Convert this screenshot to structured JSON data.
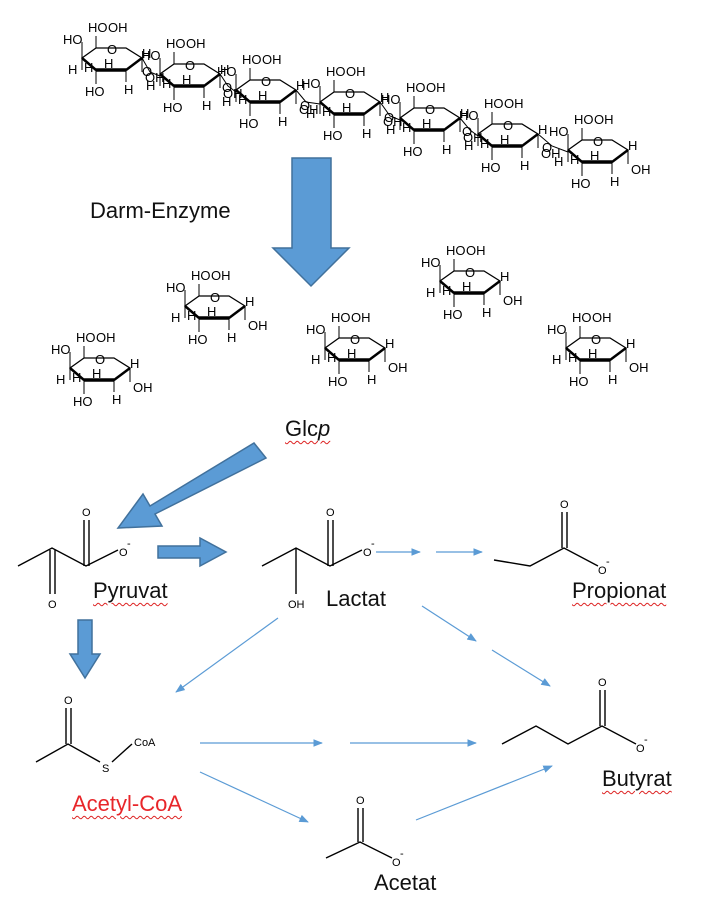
{
  "labels": {
    "enzyme": "Darm-Enzyme",
    "glc_main": "Glc",
    "glc_italic": "p",
    "pyruvat": "Pyruvat",
    "lactat": "Lactat",
    "propionat": "Propionat",
    "acetyl_coa": "Acetyl-CoA",
    "acetat": "Acetat",
    "butyrat": "Butyrat"
  },
  "atoms": {
    "oh": "OH",
    "ho": "HO",
    "h": "H",
    "o": "O",
    "s": "S",
    "coa": "CoA",
    "minus": "-"
  },
  "colors": {
    "arrow_fill": "#5b9bd5",
    "arrow_stroke": "#41719c",
    "thin_arrow": "#5b9bd5",
    "acetyl_text": "#e8262a",
    "wavy_underline": "#dd2222"
  }
}
